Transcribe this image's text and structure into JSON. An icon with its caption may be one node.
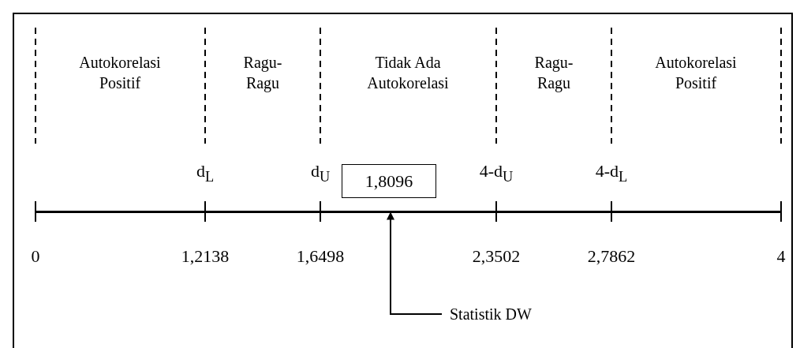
{
  "diagram": {
    "nodes": [
      {
        "text": [
          "1,8096"
        ]
      },
      {
        "text": [
          "Statistik DW"
        ]
      },
      {
        "text": [],
        "shape": "bar"
      }
    ],
    "edges": [
      {
        "from": 1,
        "to": 2,
        "arrow": "to"
      }
    ],
    "labels": [
      "Autokorelasi Positif",
      "Ragu-Ragu",
      "Tidak Ada Autokorelasi",
      "Ragu-Ragu",
      "Autokorelasi Positif",
      "d$_{L}$",
      "d$_{U}$",
      "4-d$_{U}$",
      "4-d$_{L}$",
      "0",
      "1,2138",
      "1,6498",
      "2,3502",
      "2,7862",
      "4"
    ]
  }
}
